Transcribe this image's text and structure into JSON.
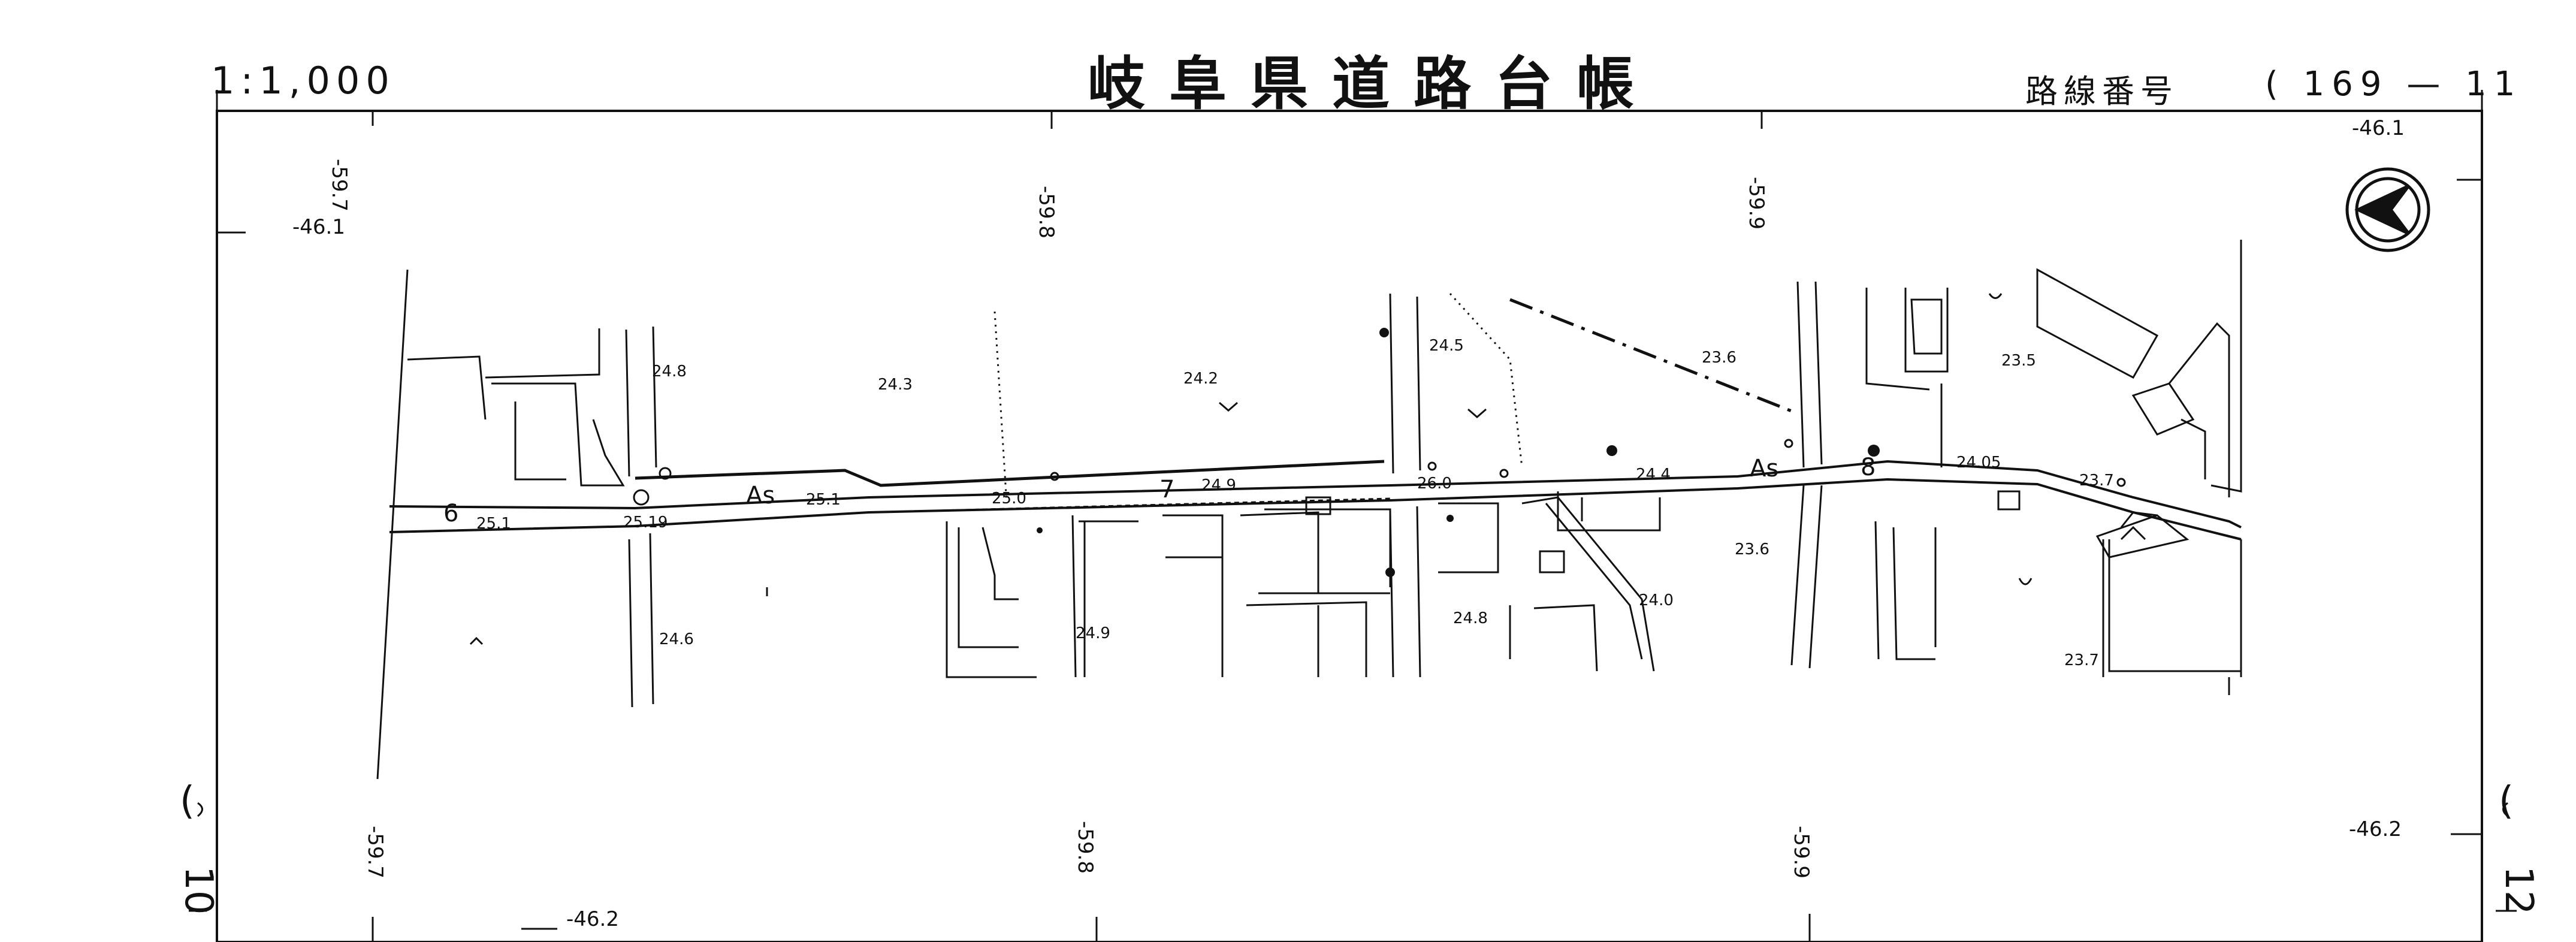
{
  "header": {
    "scale": "1:1,000",
    "title": "岐阜県道路台帳",
    "route_label": "路線番号",
    "route_open": "(",
    "route_number": "169 — 11",
    "route_close": ")"
  },
  "sheet_refs": {
    "left_open": "(",
    "left_number": "10",
    "right_open": "(",
    "right_number": "12"
  },
  "grid": {
    "top_coords": [
      "-59.7",
      "-59.8",
      "-59.9"
    ],
    "bottom_coords": [
      "-59.7",
      "-59.8",
      "-59.9"
    ],
    "top_left_y": "-46.1",
    "top_right_y": "-46.1",
    "bottom_left_y": "-46.2",
    "bottom_right_y": "-46.2"
  },
  "stations": [
    "6",
    "7",
    "8"
  ],
  "elevations": {
    "e248": "24.8",
    "e243": "24.3",
    "e242": "24.2",
    "e245": "24.5",
    "e236a": "23.6",
    "e235": "23.5",
    "e251": "25.1",
    "e250": "25.0",
    "e249a": "24.9",
    "e244": "24.4",
    "e240": "24.0",
    "e2405": "24.05",
    "e237a": "23.7",
    "e2519": "25.19",
    "e2511": "25.1",
    "e246": "24.6",
    "e249b": "24.9",
    "e248b": "24.8",
    "e236b": "23.6",
    "e237b": "23.7",
    "e260": "26.0"
  },
  "road_marks": {
    "as1": "As",
    "as2": "As"
  },
  "icons": {
    "north_arrow": "north-arrow-icon"
  },
  "colors": {
    "ink": "#111111",
    "paper": "#ffffff"
  }
}
